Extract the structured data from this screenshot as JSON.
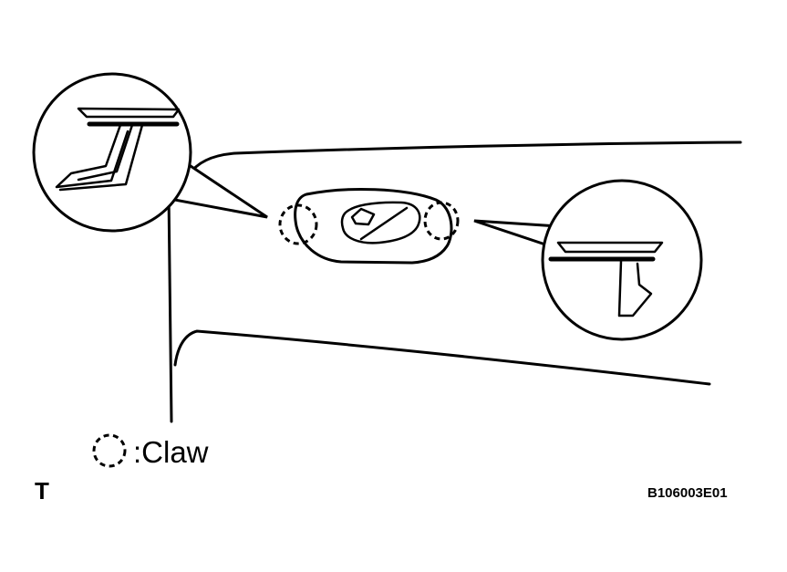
{
  "legend": {
    "symbol_icon": "dashed-circle-icon",
    "label": ":Claw"
  },
  "view_marker": "T",
  "figure_code": "B106003E01",
  "colors": {
    "line": "#000000",
    "background": "#ffffff"
  }
}
